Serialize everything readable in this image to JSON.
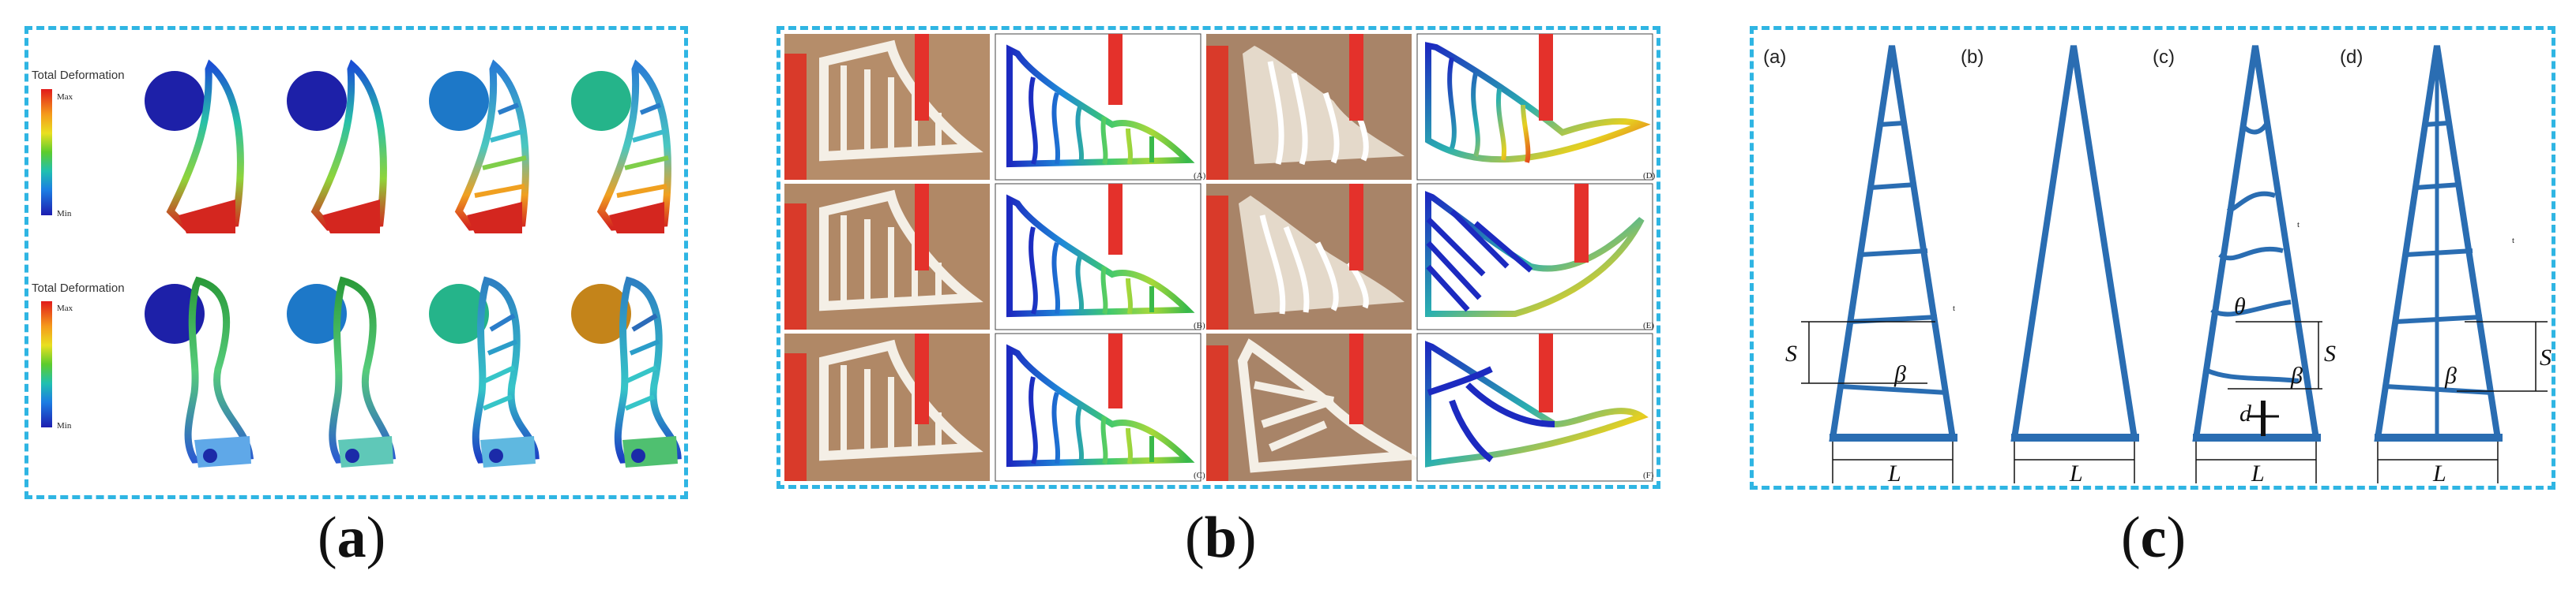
{
  "panels": {
    "a": {
      "caption_open": "(",
      "caption_letter": "a",
      "caption_close": ")",
      "legend_top": {
        "title": "Total Deformation",
        "max": "Max",
        "min": "Min"
      },
      "legend_bottom": {
        "title": "Total Deformation",
        "max": "Max",
        "min": "Min"
      }
    },
    "b": {
      "caption_open": "(",
      "caption_letter": "b",
      "caption_close": ")",
      "sublabels": [
        "(A)",
        "(B)",
        "(C)",
        "(D)",
        "(E)",
        "(F)"
      ]
    },
    "c": {
      "caption_open": "(",
      "caption_letter": "c",
      "caption_close": ")",
      "sublabels": [
        "(a)",
        "(b)",
        "(c)",
        "(d)"
      ],
      "symbols": {
        "L": "L",
        "S": "S",
        "beta": "β",
        "theta": "θ",
        "t": "t",
        "d": "d"
      }
    }
  },
  "colors": {
    "frame_dashed": "#2fb5e3",
    "beam_blue": "#2a6db2",
    "finger_red": "#e4312b",
    "photo_tan": "#b58d6a"
  }
}
